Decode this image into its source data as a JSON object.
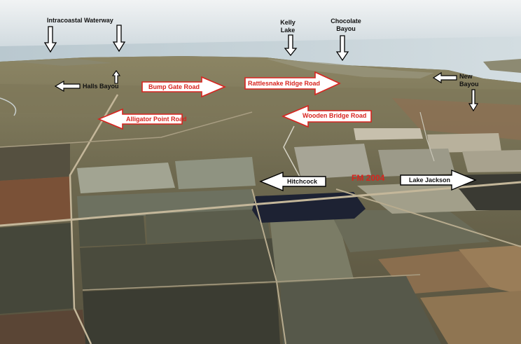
{
  "photo": {
    "subject": "aerial-coastal-wetlands",
    "colors": {
      "sky": "#dfe6ea",
      "bay_water": "#c9d6dc",
      "marsh": "#7a7458",
      "field_dark": "#4a4636",
      "field_light": "#aaa99a",
      "road": "#c4b79a",
      "pond": "#1d2233",
      "label_red": "#d8241f",
      "arrow_outline": "#000000",
      "arrow_fill": "#ffffff"
    }
  },
  "labels": {
    "intracoastal": "Intracoastal Waterway",
    "kelly_lake": "Kelly\nLake",
    "chocolate_bayou": "Chocolate\nBayou",
    "halls_bayou": "Halls Bayou",
    "new_bayou": "New\nBayou",
    "bump_gate": "Bump Gate Road",
    "rattlesnake": "Rattlesnake Ridge Road",
    "alligator": "Alligator Point Road",
    "wooden_bridge": "Wooden Bridge Road",
    "hitchcock": "Hitchcock",
    "fm2004": "FM 2004",
    "lake_jackson": "Lake Jackson"
  },
  "icons": {
    "down": "arrow-down-icon",
    "up": "arrow-up-icon",
    "left": "arrow-left-icon",
    "right": "arrow-right-icon"
  }
}
